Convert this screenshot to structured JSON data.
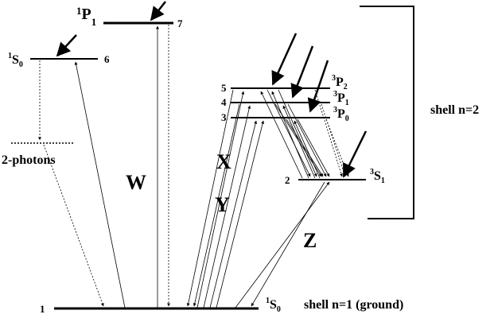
{
  "levels": {
    "ground": {
      "number": "1",
      "term_sup": "1",
      "term_main": "S",
      "term_sub": "0"
    },
    "s1_1s0": {
      "number": "6",
      "term_sup": "1",
      "term_main": "S",
      "term_sub": "0"
    },
    "p1_1p1": {
      "number": "7",
      "term_sup": "1",
      "term_main": "P",
      "term_sub": "1"
    },
    "p2_3p2": {
      "number": "5",
      "term_sup": "3",
      "term_main": "P",
      "term_sub": "2"
    },
    "p1_3p1": {
      "number": "4",
      "term_sup": "3",
      "term_main": "P",
      "term_sub": "1"
    },
    "p0_3p0": {
      "number": "3",
      "term_sup": "3",
      "term_main": "P",
      "term_sub": "0"
    },
    "s1_3s1": {
      "number": "2",
      "term_sup": "3",
      "term_main": "S",
      "term_sub": "1"
    }
  },
  "virtual_level_label": "2-photons",
  "transition_labels": {
    "w": "W",
    "x": "X",
    "y": "Y",
    "z": "Z"
  },
  "shell_labels": {
    "n2": "shell n=2",
    "n1": "shell n=1 (ground)"
  }
}
